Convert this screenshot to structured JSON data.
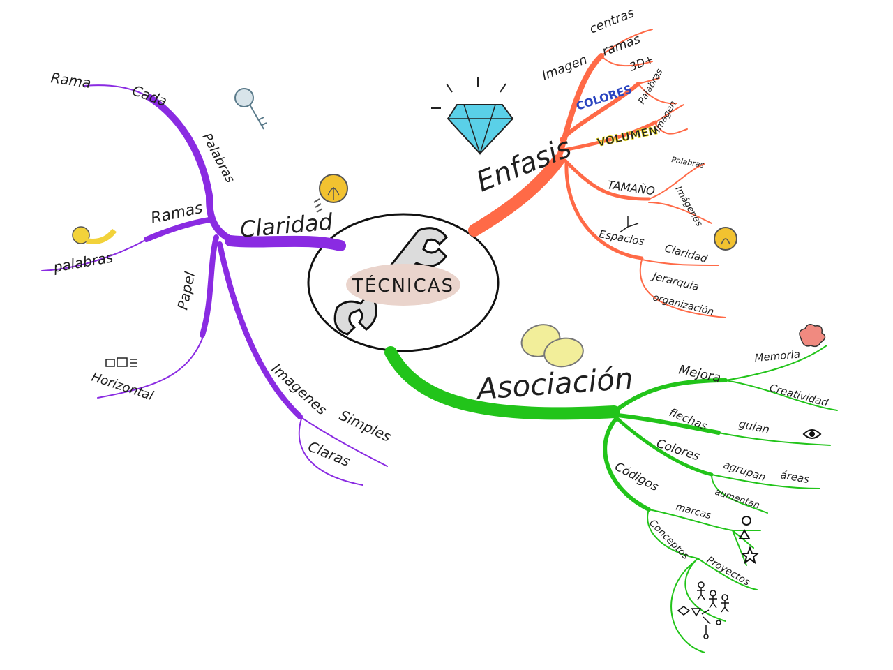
{
  "center": {
    "label": "TÉCNICAS",
    "icon": "wrench-icon"
  },
  "colors": {
    "purple": "#8a2be2",
    "orange": "#ff6a47",
    "green": "#22c41a",
    "center_label_bg": "#ead4cc"
  },
  "branches": {
    "claridad": {
      "label": "Claridad",
      "icon": "lightbulb-icon",
      "subs": {
        "rama": "Rama",
        "cada": "Cada",
        "palabras_diag": "Palabras",
        "ramas": "Ramas",
        "palabras": "palabras",
        "papel": "Papel",
        "horizontal": "Horizontal",
        "imagenes": "Imagenes",
        "simples": "Simples",
        "claras": "Claras"
      },
      "icons": {
        "key": "key-icon",
        "tape": "tape-measure-icon",
        "paper": "horizontal-paper-icon"
      }
    },
    "enfasis": {
      "label": "Enfasis",
      "icon": "diamond-icon",
      "subs": {
        "imagen": "Imagen",
        "centras": "centras",
        "ramas": "ramas",
        "colores": "COLORES",
        "tres_d": "3D+",
        "palabras": "Palabras",
        "volumen": "VOLUMEN",
        "imagen2": "Imagen",
        "tamano": "TAMAÑO",
        "palabras2": "Palabras",
        "imagenes": "Imágenes",
        "espacios": "Espacios",
        "claridad": "Claridad",
        "jerarquia": "Jerarquia",
        "organizacion": "organización"
      },
      "icons": {
        "axes": "axes-icon",
        "bulb": "lightbulb-icon"
      }
    },
    "asociacion": {
      "label": "Asociación",
      "icon": "linked-rings-icon",
      "subs": {
        "mejora": "Mejora",
        "memoria": "Memoria",
        "creatividad": "Creatividad",
        "flechas": "flechas",
        "guian": "guian",
        "colores": "Colores",
        "agrupan": "agrupan",
        "areas": "áreas",
        "aumentan": "aumentan",
        "codigos": "Códigos",
        "marcas": "marcas",
        "conceptos": "Conceptos",
        "proyectos": "Proyectos"
      },
      "icons": {
        "brain": "brain-icon",
        "eye": "eye-icon",
        "circle": "circle-icon",
        "triangle": "triangle-icon",
        "star": "star-icon",
        "people": "people-icon",
        "flow": "flow-shapes-icon"
      }
    }
  }
}
